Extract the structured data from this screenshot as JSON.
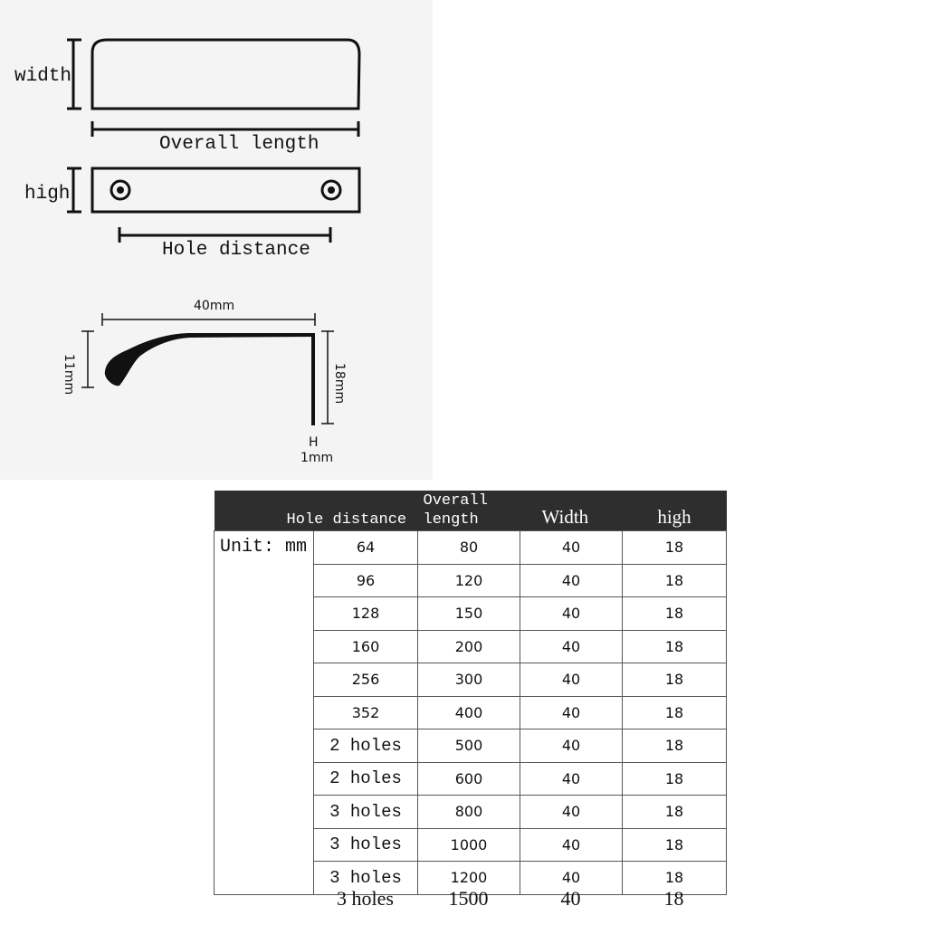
{
  "diagram": {
    "top_view": {
      "width_label": "width",
      "length_label": "Overall length"
    },
    "front_view": {
      "high_label": "high",
      "hole_label": "Hole distance"
    },
    "profile": {
      "top_dim": "40mm",
      "left_dim": "11mm",
      "right_dim": "18mm",
      "thickness_symbol": "H",
      "thickness": "1mm"
    }
  },
  "table": {
    "headers": [
      "Hole distance",
      "Overall length",
      "Width",
      "high"
    ],
    "unit_label": "Unit: mm",
    "rows": [
      [
        "64",
        "80",
        "40",
        "18"
      ],
      [
        "96",
        "120",
        "40",
        "18"
      ],
      [
        "128",
        "150",
        "40",
        "18"
      ],
      [
        "160",
        "200",
        "40",
        "18"
      ],
      [
        "256",
        "300",
        "40",
        "18"
      ],
      [
        "352",
        "400",
        "40",
        "18"
      ],
      [
        "2 holes",
        "500",
        "40",
        "18"
      ],
      [
        "2 holes",
        "600",
        "40",
        "18"
      ],
      [
        "3 holes",
        "800",
        "40",
        "18"
      ],
      [
        "3 holes",
        "1000",
        "40",
        "18"
      ],
      [
        "3 holes",
        "1200",
        "40",
        "18"
      ]
    ],
    "last_row": [
      "3 holes",
      "1500",
      "40",
      "18"
    ]
  }
}
